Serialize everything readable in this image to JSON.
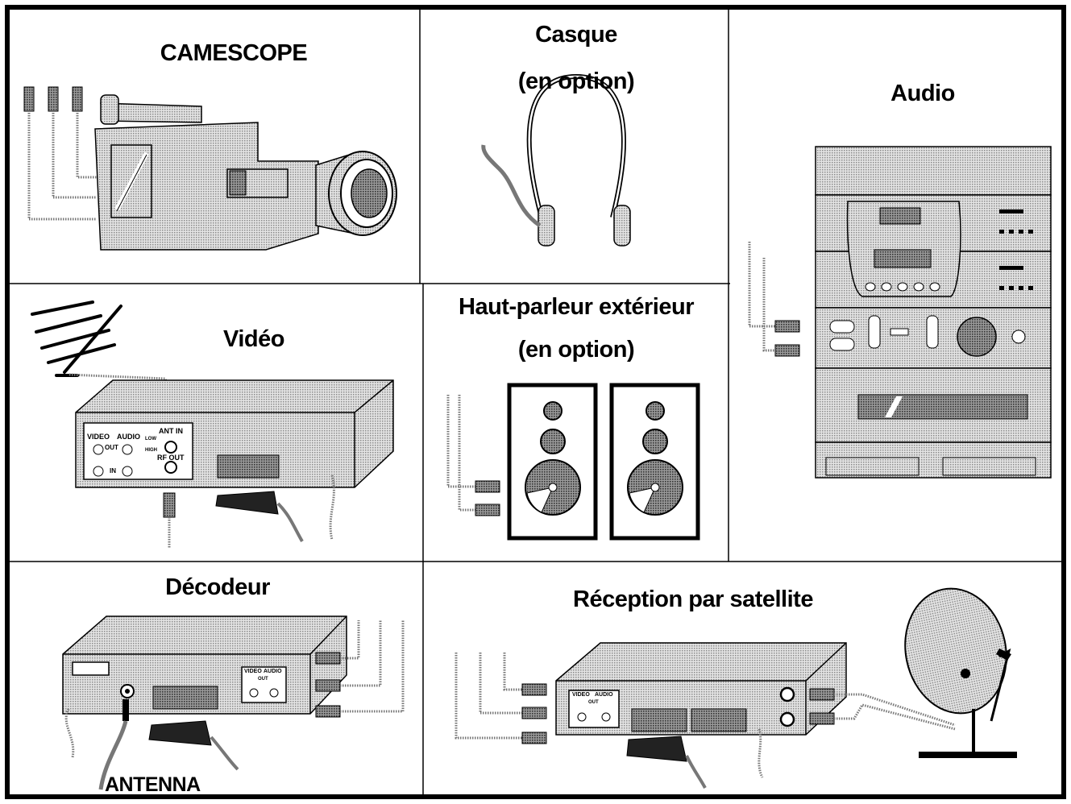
{
  "panels": {
    "camescope": {
      "title": "CAMESCOPE"
    },
    "casque": {
      "title": "Casque",
      "subtitle": "(en option)"
    },
    "audio": {
      "title": "Audio"
    },
    "video": {
      "title": "Vidéo",
      "panel_labels": {
        "video": "VIDEO",
        "audio": "AUDIO",
        "out": "OUT",
        "in": "IN",
        "ant_in": "ANT IN",
        "rf_out": "RF OUT",
        "low": "LOW",
        "high": "HIGH"
      }
    },
    "haut_parleur": {
      "title": "Haut-parleur extérieur",
      "subtitle": "(en option)"
    },
    "decodeur": {
      "title": "Décodeur",
      "panel_labels": {
        "video": "VIDEO",
        "audio": "AUDIO",
        "out": "OUT"
      },
      "antenna_label": "ANTENNA"
    },
    "satellite": {
      "title": "Réception par satellite",
      "panel_labels": {
        "video": "VIDEO",
        "audio": "AUDIO",
        "out": "OUT"
      }
    }
  },
  "colors": {
    "line": "#000000",
    "halftone": "#b8b8b8",
    "dark_fill": "#555555",
    "light_fill": "#d6d6d6"
  }
}
